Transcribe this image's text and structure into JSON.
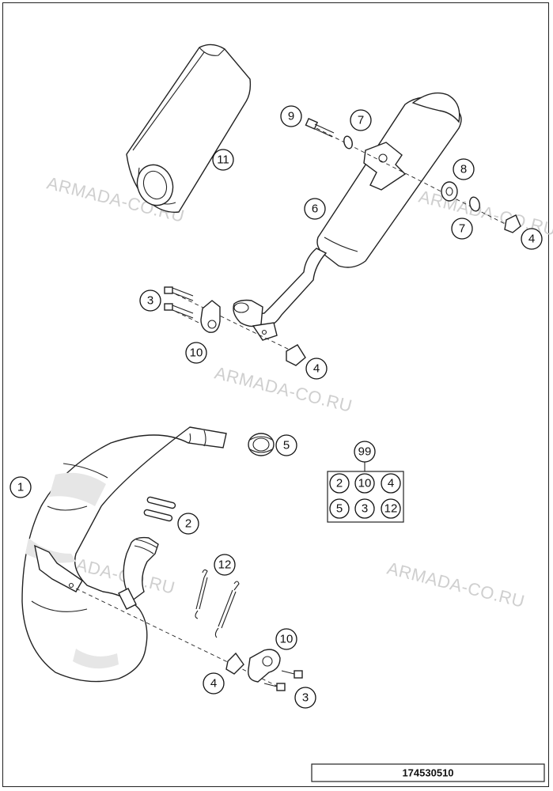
{
  "watermarks": [
    "ARMADA-CO.RU",
    "ARMADA-CO.RU",
    "ARMADA-CO.RU",
    "ARMADA-CO.RU",
    "ARMADA-CO.RU"
  ],
  "callouts": {
    "c1": "1",
    "c2": "2",
    "c3a": "3",
    "c3b": "3",
    "c4a": "4",
    "c4b": "4",
    "c4c": "4",
    "c5": "5",
    "c6": "6",
    "c7a": "7",
    "c7b": "7",
    "c8": "8",
    "c9": "9",
    "c10a": "10",
    "c10b": "10",
    "c11": "11",
    "c12": "12"
  },
  "kit": {
    "number": "99",
    "items": [
      "2",
      "10",
      "4",
      "5",
      "3",
      "12"
    ]
  },
  "document_number": "174530510"
}
